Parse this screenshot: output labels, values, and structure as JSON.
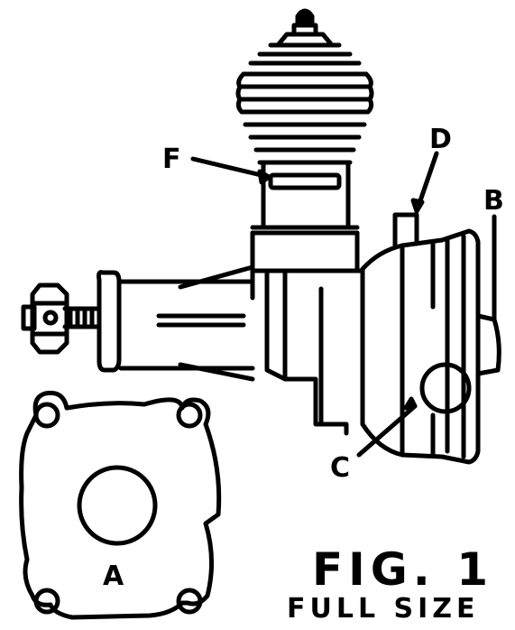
{
  "labels": {
    "a": "A",
    "b": "B",
    "c": "C",
    "d": "D",
    "f": "F"
  },
  "caption": {
    "figure": "FIG. 1",
    "scale": "FULL SIZE"
  },
  "colors": {
    "ink": "#000000",
    "paper": "#ffffff"
  }
}
